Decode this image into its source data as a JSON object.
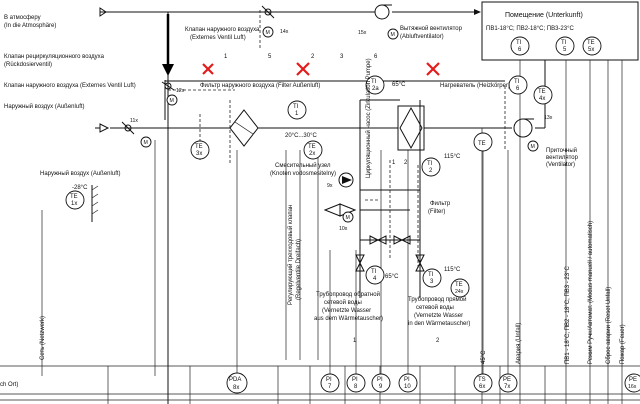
{
  "labels": {
    "atmosphere": "В атмосферу",
    "atmosphere_de": "(In die Atmosphäre)",
    "recirc_valve": "Клапан рециркуляционного воздуха",
    "recirc_valve_de": "(Rückdosierventil)",
    "ext_valve": "Клапан наружного воздуха (Externes Ventil Luft)",
    "outside_air": "Наружный воздух (Außenluft)",
    "outside_air2": "Наружный воздух (Außenluft)",
    "top_valve": "Клапан наружного воздуха",
    "top_valve_de": "(Externes Ventil Luft)",
    "exhaust_fan": "Вытяжной вентилятор",
    "exhaust_fan_de": "(Abluftventilator)",
    "room": "Помещение (Unterkunft)",
    "room_spec": "ПВ1-18°С; ПВ2-18°С; ПВ3-23°С",
    "filter": "Фильтр наружного воздуха (Filter Außenluft)",
    "heater": "Нагреватель (Heizkörper)",
    "pump": "Циркуляционный насос (Zirkulation Pumpe)",
    "mixing_node": "Смесительный узел",
    "mixing_node_de": "(Knoten vodosmesitelny)",
    "reg_valve": "Регулирующий трехходовый клапан",
    "reg_valve_de": "(Regelventile Dreifach)",
    "filter2": "Фильтр",
    "filter2_de": "(Filter)",
    "supply_fan": "Приточный",
    "supply_fan2": "вентилятор",
    "supply_fan_de": "(Ventilator)",
    "temp_range": "20°C...30°C",
    "t65": "65°C",
    "t115": "115°C",
    "t65b": "65°C",
    "t115b": "115°C",
    "tminus28": "-28°C",
    "return_pipe": [
      "Трубопровод обратной",
      "сетевой воды",
      "(Vernetzte Wasser",
      "aus dem Wärmetauscher)"
    ],
    "supply_pipe": [
      "Трубопровод прямой",
      "сетевой воды",
      "(Vernetzte Wasser",
      "in den Wärmetauscher)"
    ],
    "net": "Сеть (Netzwerk)",
    "alarm": "Авария (Unfall)",
    "t45": "45°C",
    "right_col1": "ПВ1 - 18°С; ПВ2 - 18°С; ПВ3 - 23°С",
    "right_col2": "Режим Ручн/Автомат. (Modus manuell / automatisch)",
    "right_col3": "Сброс аварии (Reset Unfall)",
    "right_col4": "Пожар (Feuer)",
    "bottom_left": "ch Ort)",
    "n1": "1",
    "n2": "2",
    "n3": "3",
    "n5": "5",
    "n6": "6",
    "n1b": "1",
    "n2b": "2",
    "n1c": "1",
    "n2c": "2",
    "x12": "12x",
    "x11": "11x",
    "x13": "13x",
    "x14": "14x",
    "x15": "15x",
    "x9": "9x",
    "x10": "10x"
  },
  "instruments": {
    "ti1": [
      "TI",
      "1"
    ],
    "ti2a": [
      "TI",
      "2a"
    ],
    "ti2": [
      "TI",
      "2"
    ],
    "te2x": [
      "TE",
      "2x"
    ],
    "te3x": [
      "TE",
      "3x"
    ],
    "te1x": [
      "TE",
      "1x"
    ],
    "te": [
      "TE",
      ""
    ],
    "ti4": [
      "TI",
      "4"
    ],
    "ti3": [
      "TI",
      "3"
    ],
    "te24x": [
      "TE",
      "24x"
    ],
    "ti5": [
      "TI",
      "5"
    ],
    "te5x": [
      "TE",
      "5x"
    ],
    "ti6": [
      "TI",
      "6"
    ],
    "ti6b": [
      "TI",
      "6"
    ],
    "te4x": [
      "TE",
      "4x"
    ],
    "pda8x": [
      "PDA",
      "8x"
    ],
    "pi7": [
      "PI",
      "7"
    ],
    "pi8": [
      "PI",
      "8"
    ],
    "pi9": [
      "PI",
      "9"
    ],
    "pi10": [
      "PI",
      "10"
    ],
    "ts6x": [
      "TS",
      "6x"
    ],
    "pe7x": [
      "PE",
      "7x"
    ],
    "pe16x": [
      "PE",
      "16x"
    ],
    "m": "M",
    "x": "x"
  },
  "colors": {
    "line": "#111111",
    "cross": "#e21c1c",
    "bg": "#ffffff"
  }
}
